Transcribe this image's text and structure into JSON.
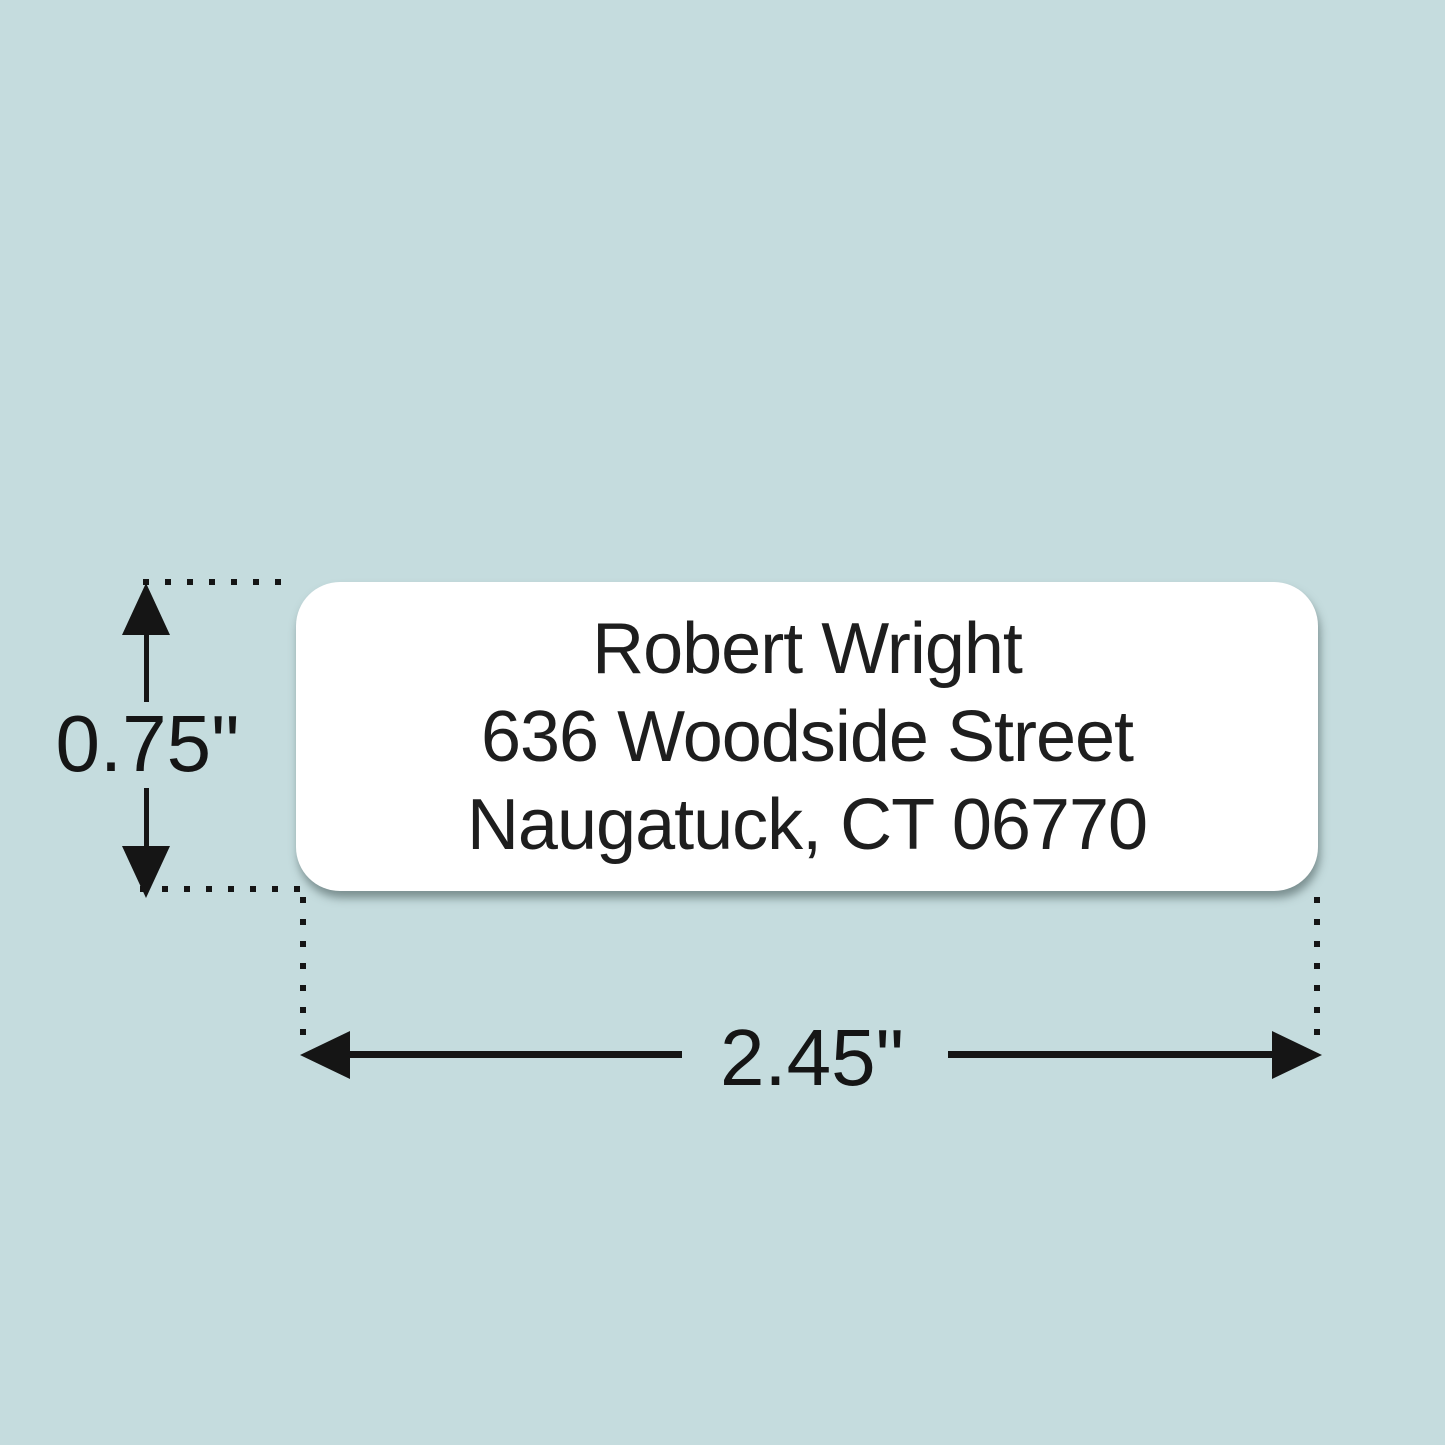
{
  "product_diagram": {
    "address_label": {
      "lines": [
        "Robert Wright",
        "636 Woodside Street",
        "Naugatuck, CT 06770"
      ]
    },
    "dimensions": {
      "height_label": "0.75\"",
      "width_label": "2.45\""
    },
    "colors": {
      "background": "#c5dcde",
      "label_background": "#ffffff",
      "ink": "#151515"
    }
  }
}
